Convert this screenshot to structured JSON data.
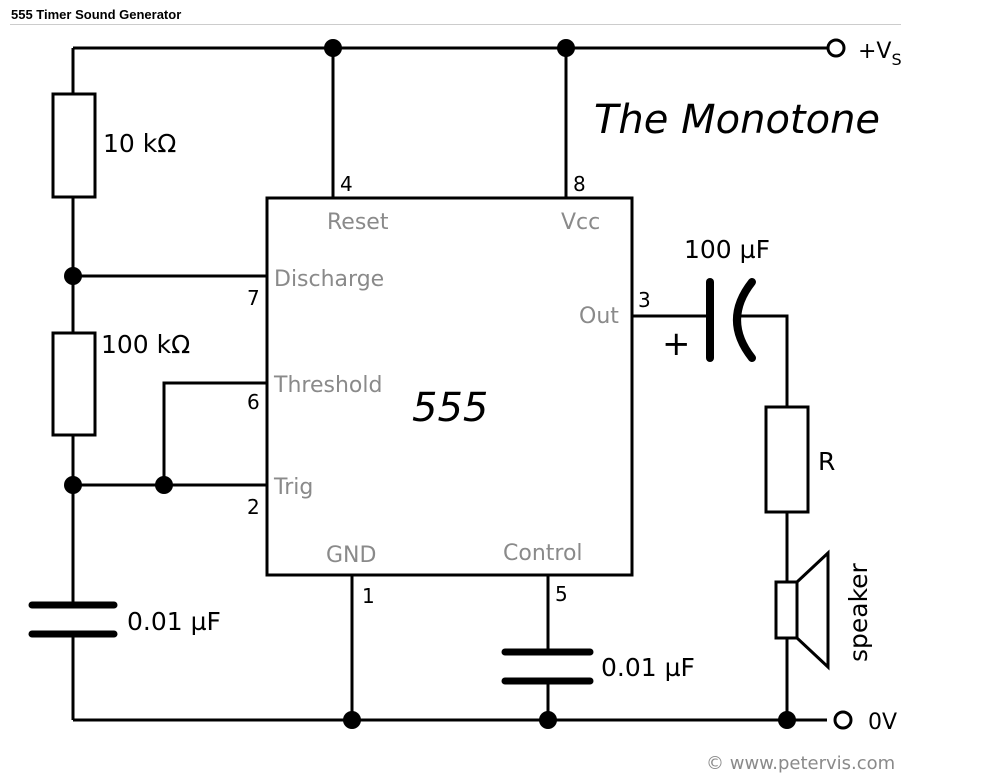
{
  "page": {
    "title": "555 Timer Sound Generator"
  },
  "diagram": {
    "heading": "The Monotone",
    "ic_name": "555",
    "supply": {
      "label": "+V",
      "subscript": "S"
    },
    "ground": {
      "label": "0V"
    },
    "pins": {
      "reset": {
        "name": "Reset",
        "number": "4"
      },
      "vcc": {
        "name": "Vcc",
        "number": "8"
      },
      "discharge": {
        "name": "Discharge",
        "number": "7"
      },
      "threshold": {
        "name": "Threshold",
        "number": "6"
      },
      "trig": {
        "name": "Trig",
        "number": "2"
      },
      "gnd": {
        "name": "GND",
        "number": "1"
      },
      "control": {
        "name": "Control",
        "number": "5"
      },
      "out": {
        "name": "Out",
        "number": "3"
      }
    },
    "components": {
      "r1": "10 kΩ",
      "r2": "100 kΩ",
      "c_timing": "0.01 µF",
      "c_control": "0.01 µF",
      "c_output": "100 µF",
      "c_output_polarity": "+",
      "r_load": "R",
      "speaker": "speaker"
    },
    "credit": "© www.petervis.com",
    "colors": {
      "line": "#000000",
      "pin_label": "#8a8a8a",
      "background": "#ffffff"
    }
  }
}
